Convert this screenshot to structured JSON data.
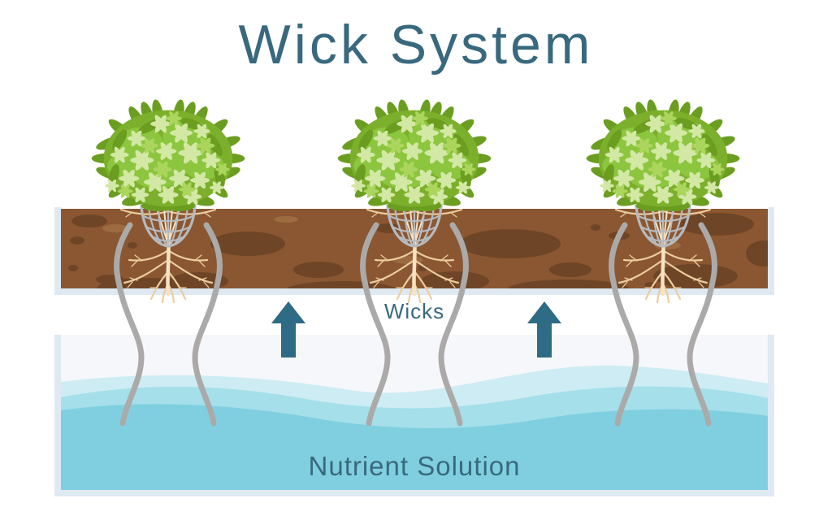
{
  "diagram": {
    "title": "Wick System",
    "labels": {
      "wicks": "Wicks",
      "nutrient_solution": "Nutrient Solution"
    },
    "plants": {
      "count": 3
    },
    "wicks_per_plant": 2,
    "arrows": {
      "count": 2,
      "direction": "up",
      "icon": "up-arrow-icon"
    }
  },
  "colors": {
    "teal": "#38697e",
    "arrow_teal": "#2e6b85",
    "water": "#80cfe0",
    "wave_light": "#cdecf3",
    "wave_mid": "#a4dfea",
    "panel": "#f5f7fa",
    "tray": "#dfe9f2",
    "soil": "#8a5732",
    "soil_dark": "#6f4527",
    "soil_light": "#9c6b40",
    "wick": "#abaaa9",
    "mesh": "#b7babe",
    "root": "#eccd9e",
    "root_light": "#f6e3c4",
    "bush_base": "#7cb02c",
    "bush_dark": "#6b9e20",
    "bush_mid": "#8cc63f",
    "flower_light": "#d3e8a4",
    "flower_mid": "#abd55d"
  }
}
